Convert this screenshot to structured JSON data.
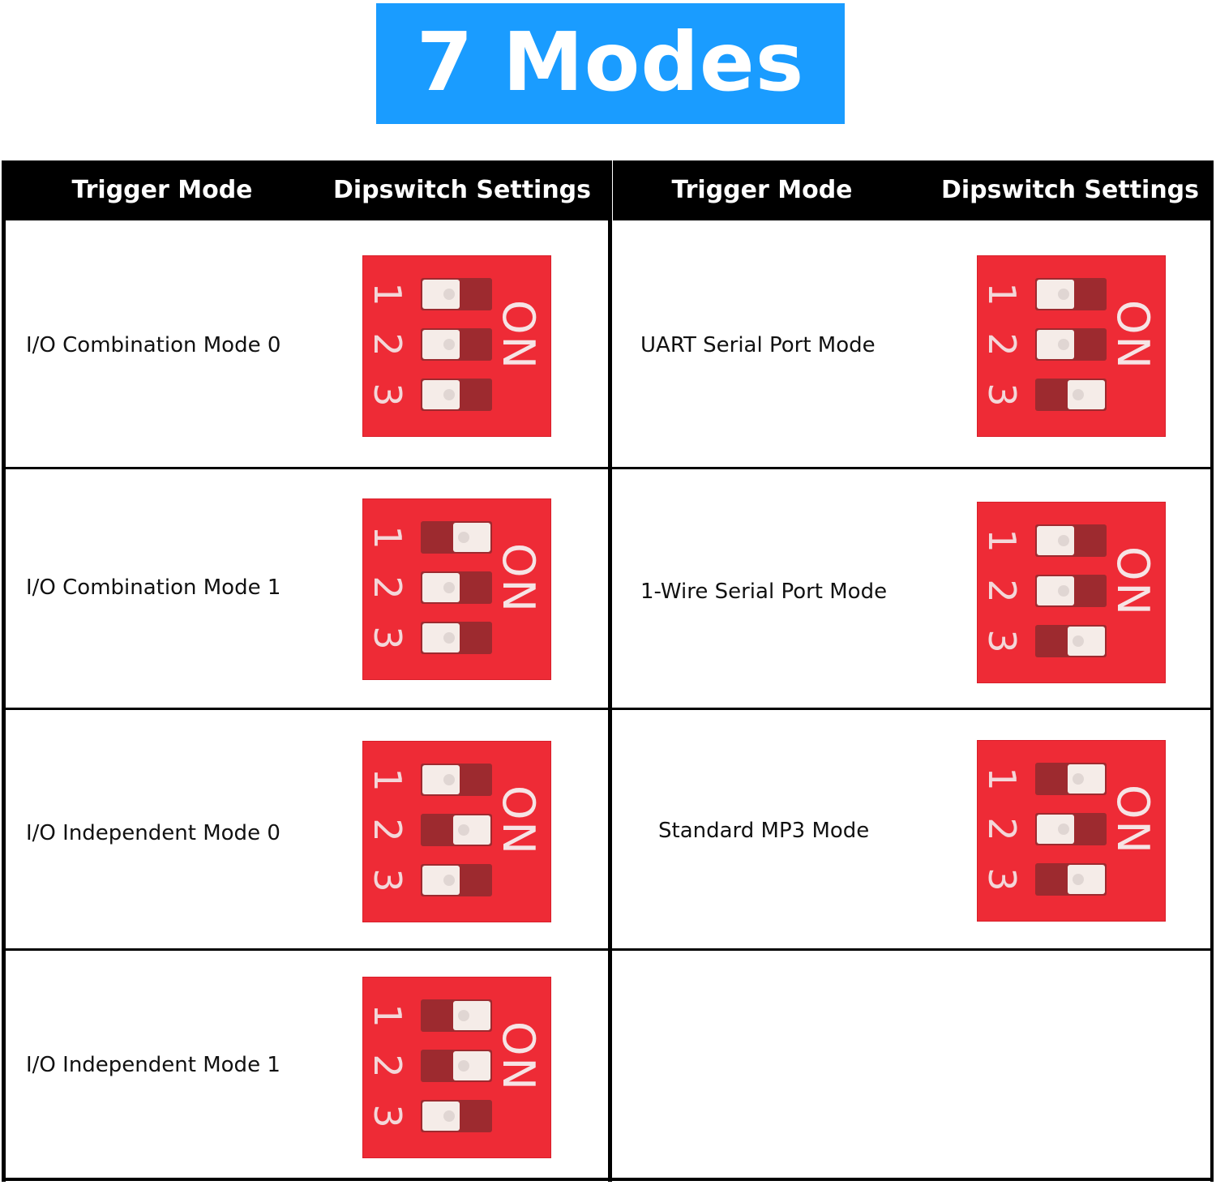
{
  "title": "7 Modes",
  "header": {
    "left_trigger": "Trigger Mode",
    "left_dip": "Dipswitch Settings",
    "right_trigger": "Trigger Mode",
    "right_dip": "Dipswitch Settings"
  },
  "dip_labels": {
    "numbers": [
      "1",
      "2",
      "3"
    ],
    "on": "ON"
  },
  "colors": {
    "banner": "#1a9cff",
    "switch_body": "#ee2b36",
    "header_bg": "#000000"
  },
  "modes": [
    {
      "name": "I/O Combination Mode 0",
      "switches": [
        "off",
        "off",
        "off"
      ]
    },
    {
      "name": "I/O Combination Mode 1",
      "switches": [
        "on",
        "off",
        "off"
      ]
    },
    {
      "name": "I/O Independent Mode 0",
      "switches": [
        "off",
        "on",
        "off"
      ]
    },
    {
      "name": "I/O Independent Mode 1",
      "switches": [
        "on",
        "on",
        "off"
      ]
    },
    {
      "name": "UART Serial Port Mode",
      "switches": [
        "off",
        "off",
        "on"
      ]
    },
    {
      "name": "1-Wire Serial Port Mode",
      "switches": [
        "off",
        "off",
        "on"
      ]
    },
    {
      "name": "Standard MP3 Mode",
      "switches": [
        "on",
        "off",
        "on"
      ]
    }
  ]
}
